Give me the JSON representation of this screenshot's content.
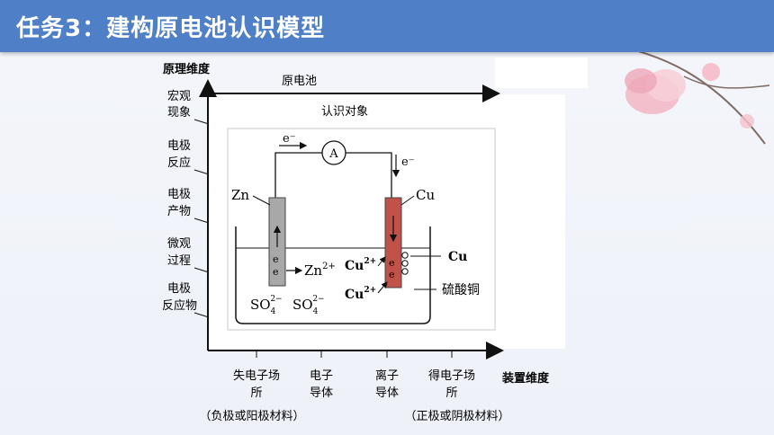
{
  "header": {
    "title": "任务3：建构原电池认识模型",
    "bg_color": "#4f7fc6"
  },
  "diagram": {
    "vertical_axis_title": "原理维度",
    "horizontal_axis_title": "装置维度",
    "top_label": "原电池",
    "sub_label": "认识对象",
    "vertical_levels": [
      [
        "宏观",
        "现象"
      ],
      [
        "电极",
        "反应"
      ],
      [
        "电极",
        "产物"
      ],
      [
        "微观",
        "过程"
      ],
      [
        "电极",
        "反应物"
      ]
    ],
    "horizontal_levels": [
      [
        "失电子场",
        "所"
      ],
      [
        "电子",
        "导体"
      ],
      [
        "离子",
        "导体"
      ],
      [
        "得电子场",
        "所"
      ]
    ],
    "bottom_notes": [
      "（负极或阳极材料）",
      "（正极或阴极材料）"
    ],
    "cell": {
      "ammeter": "A",
      "electron_top": "e⁻",
      "electron_right": "e⁻",
      "zn_label": "Zn",
      "cu_label": "Cu",
      "cu_deposit": "Cu",
      "solution": "硫酸铜",
      "zn_ion": "Zn",
      "zn_ion_charge": "2+",
      "cu_ion": "Cu",
      "cu_ion_charge": "2+",
      "sulfate": "SO",
      "sulfate_sub": "4",
      "sulfate_charge": "2−",
      "e_mark": "e",
      "electrode_colors": {
        "zn": "#a8a8a8",
        "cu": "#c0524a"
      }
    }
  }
}
